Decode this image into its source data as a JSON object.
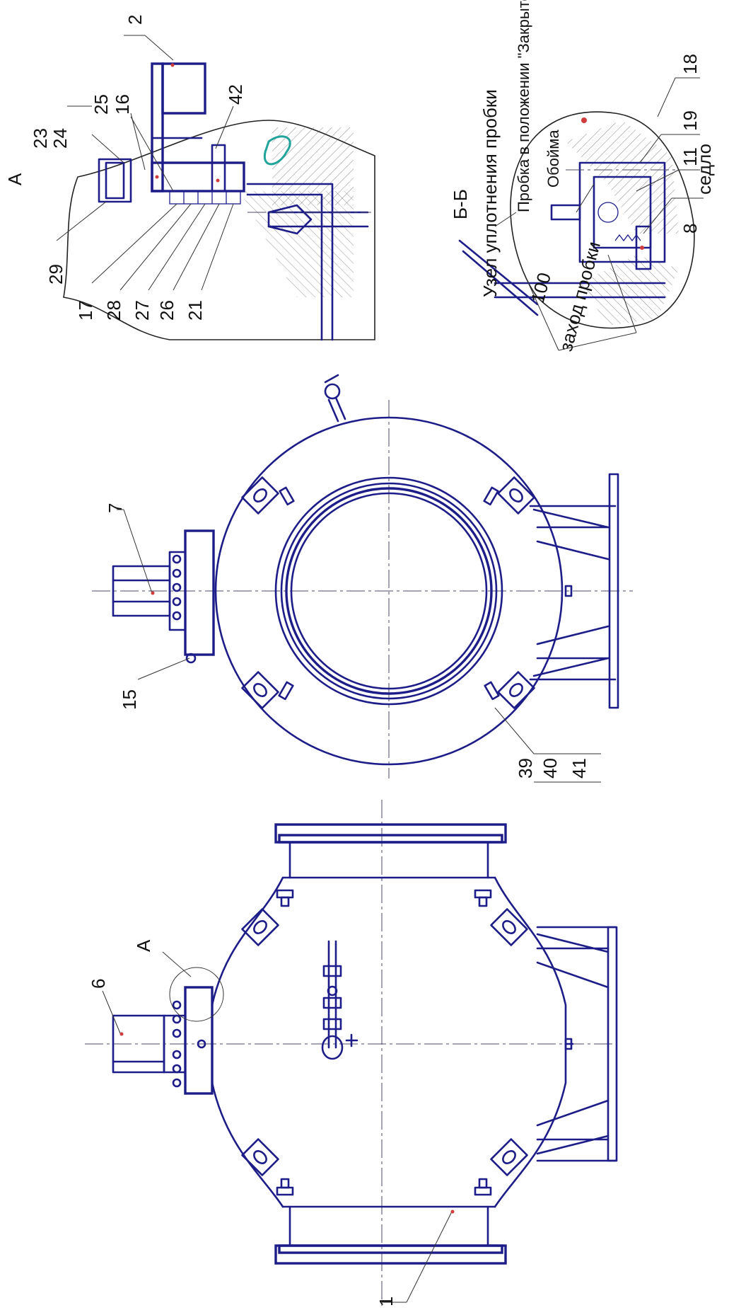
{
  "labels": {
    "n1": "1",
    "n2": "2",
    "n6": "6",
    "n7": "7",
    "n8": "8",
    "n11": "11",
    "n15": "15",
    "n16": "16",
    "n17": "17",
    "n18": "18",
    "n19": "19",
    "n21": "21",
    "n23": "23",
    "n24": "24",
    "n25": "25",
    "n26": "26",
    "n27": "27",
    "n28": "28",
    "n29": "29",
    "n39": "39",
    "n40": "40",
    "n41": "41",
    "n42": "42",
    "view_a": "А",
    "view_a_detail": "А",
    "section_bb": "Б-Б",
    "seal_title": "Узел уплотнения пробки",
    "plug_position": "Пробка в положении \"Закрыто\"",
    "obojma": "Обойма",
    "zakhod": "заход пробки",
    "dim_100": "100",
    "sedlo": "седло"
  },
  "colors": {
    "line": "#1d1d8a",
    "seal_ring": "#1fa39a",
    "marker": "#d03c3c"
  }
}
